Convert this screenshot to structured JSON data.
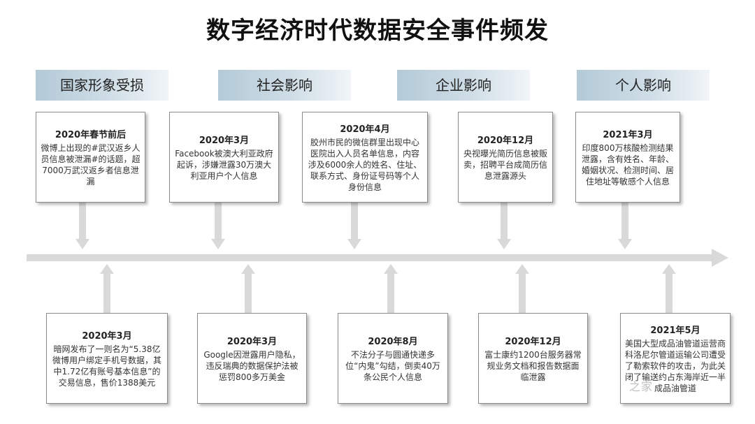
{
  "title": "数字经济时代数据安全事件频发",
  "categories": [
    {
      "label": "国家形象受损"
    },
    {
      "label": "社会影响"
    },
    {
      "label": "企业影响"
    },
    {
      "label": "个人影响"
    }
  ],
  "top_events": [
    {
      "date": "2020年春节前后",
      "text": "微博上出现的#武汉返乡人员信息被泄漏#的话题，超7000万武汉返乡者信息泄漏"
    },
    {
      "date": "2020年3月",
      "text": "Facebook被澳大利亚政府起诉，涉嫌泄露30万澳大利亚用户个人信息"
    },
    {
      "date": "2020年4月",
      "text": "胶州市民的微信群里出现中心医院出入人员名单信息，内容涉及6000余人的姓名、住址、联系方式、身份证号码等个人身份信息"
    },
    {
      "date": "2020年12月",
      "text": "央视曝光简历信息被贩卖，招聘平台成简历信息泄露源头"
    },
    {
      "date": "2021年3月",
      "text": "印度800万核酸检测结果泄露，含有姓名、年龄、婚姻状况、检测时间、居住地址等敏感个人信息"
    }
  ],
  "bottom_events": [
    {
      "date": "2020年3月",
      "text": "暗网发布了一则名为“5.38亿微博用户绑定手机号数据，其中1.72亿有账号基本信息”的交易信息，售价1388美元"
    },
    {
      "date": "2020年3月",
      "text": "Google因泄露用户隐私，违反瑞典的数据保护法被惩罚800多万美金"
    },
    {
      "date": "2020年8月",
      "text": "不法分子与圆通快递多位“内鬼”勾结，倒卖40万条公民个人信息"
    },
    {
      "date": "2020年12月",
      "text": "富士康约1200台服务器常规业务文档和报告数据面临泄露"
    },
    {
      "date": "2021年5月",
      "text": "美国大型成品油管道运营商科洛尼尔管道运输公司遭受了勒索软件的攻击，为此关闭了输送约占东海岸近一半成品油管道"
    }
  ],
  "watermark": "之家",
  "colors": {
    "arrow": "#d9d9d9",
    "category_start": "#b3cad7",
    "category_end": "#f1f5f8"
  }
}
